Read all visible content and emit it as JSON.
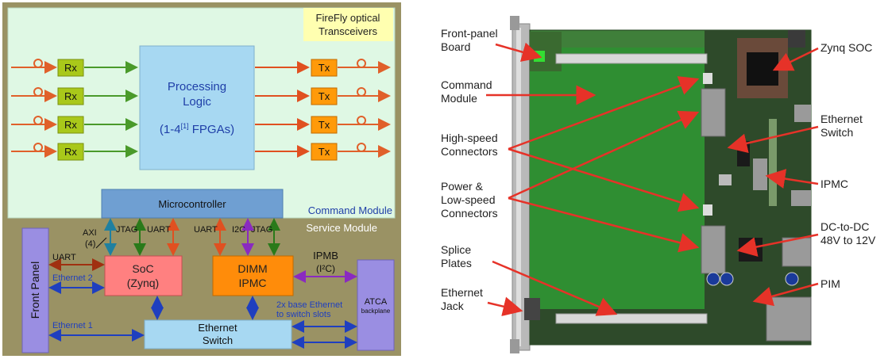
{
  "left": {
    "firefly": {
      "line1": "FireFly optical",
      "line2": "Transceivers"
    },
    "rx_label": "Rx",
    "tx_label": "Tx",
    "processing": {
      "line1": "Processing",
      "line2": "Logic",
      "line3_a": "(1-4",
      "line3_sup": "[1]",
      "line3_b": " FPGAs)"
    },
    "microcontroller": "Microcontroller",
    "command_module": "Command Module",
    "service_module": "Service Module",
    "front_panel": "Front Panel",
    "soc": {
      "line1": "SoC",
      "line2": "(Zynq)"
    },
    "dimm": {
      "line1": "DIMM",
      "line2": "IPMC"
    },
    "atca": {
      "line1": "ATCA",
      "line2": "backplane"
    },
    "ethernet_switch": {
      "line1": "Ethernet",
      "line2": "Switch"
    },
    "labels": {
      "axi": "AXI",
      "axi_count": "(4)",
      "jtag_a": "JTAG",
      "uart_a": "UART",
      "uart_b": "UART",
      "i2c": "I2C",
      "jtag_b": "JTAG",
      "uart_front": "UART",
      "ethernet2": "Ethernet 2",
      "ethernet1": "Ethernet 1",
      "ipmb": "IPMB",
      "ipmb_i2c": "(I²C)",
      "base_eth_1": "2x base Ethernet",
      "base_eth_2": "to switch slots"
    },
    "colors": {
      "background": "#9a9264",
      "command_module": "#dff8e4",
      "rx": "#a9c81a",
      "tx": "#ff9a0a",
      "processing": "#a7d8f2",
      "microcontroller": "#6f9fd2",
      "soc": "#ff8080",
      "dimm": "#ff8c0a",
      "front_panel": "#9a8ee2",
      "switch": "#a7d8f2"
    }
  },
  "right": {
    "labels": {
      "front_panel_board": {
        "line1": "Front-panel",
        "line2": "Board"
      },
      "command_module": {
        "line1": "Command",
        "line2": "Module"
      },
      "high_speed": {
        "line1": "High-speed",
        "line2": "Connectors"
      },
      "power": {
        "line1": "Power &",
        "line2": "Low-speed",
        "line3": "Connectors"
      },
      "splice": {
        "line1": "Splice",
        "line2": "Plates"
      },
      "ethernet_jack": {
        "line1": "Ethernet",
        "line2": "Jack"
      },
      "zynq_soc": "Zynq SOC",
      "ethernet_switch": {
        "line1": "Ethernet",
        "line2": "Switch"
      },
      "ipmc": "IPMC",
      "dcdc": {
        "line1": "DC-to-DC",
        "line2": "48V to 12V"
      },
      "pim": "PIM"
    },
    "colors": {
      "arrow": "#e63228",
      "pcb": "#3f7f3a",
      "pcb_dark": "#2e4a2a"
    }
  }
}
